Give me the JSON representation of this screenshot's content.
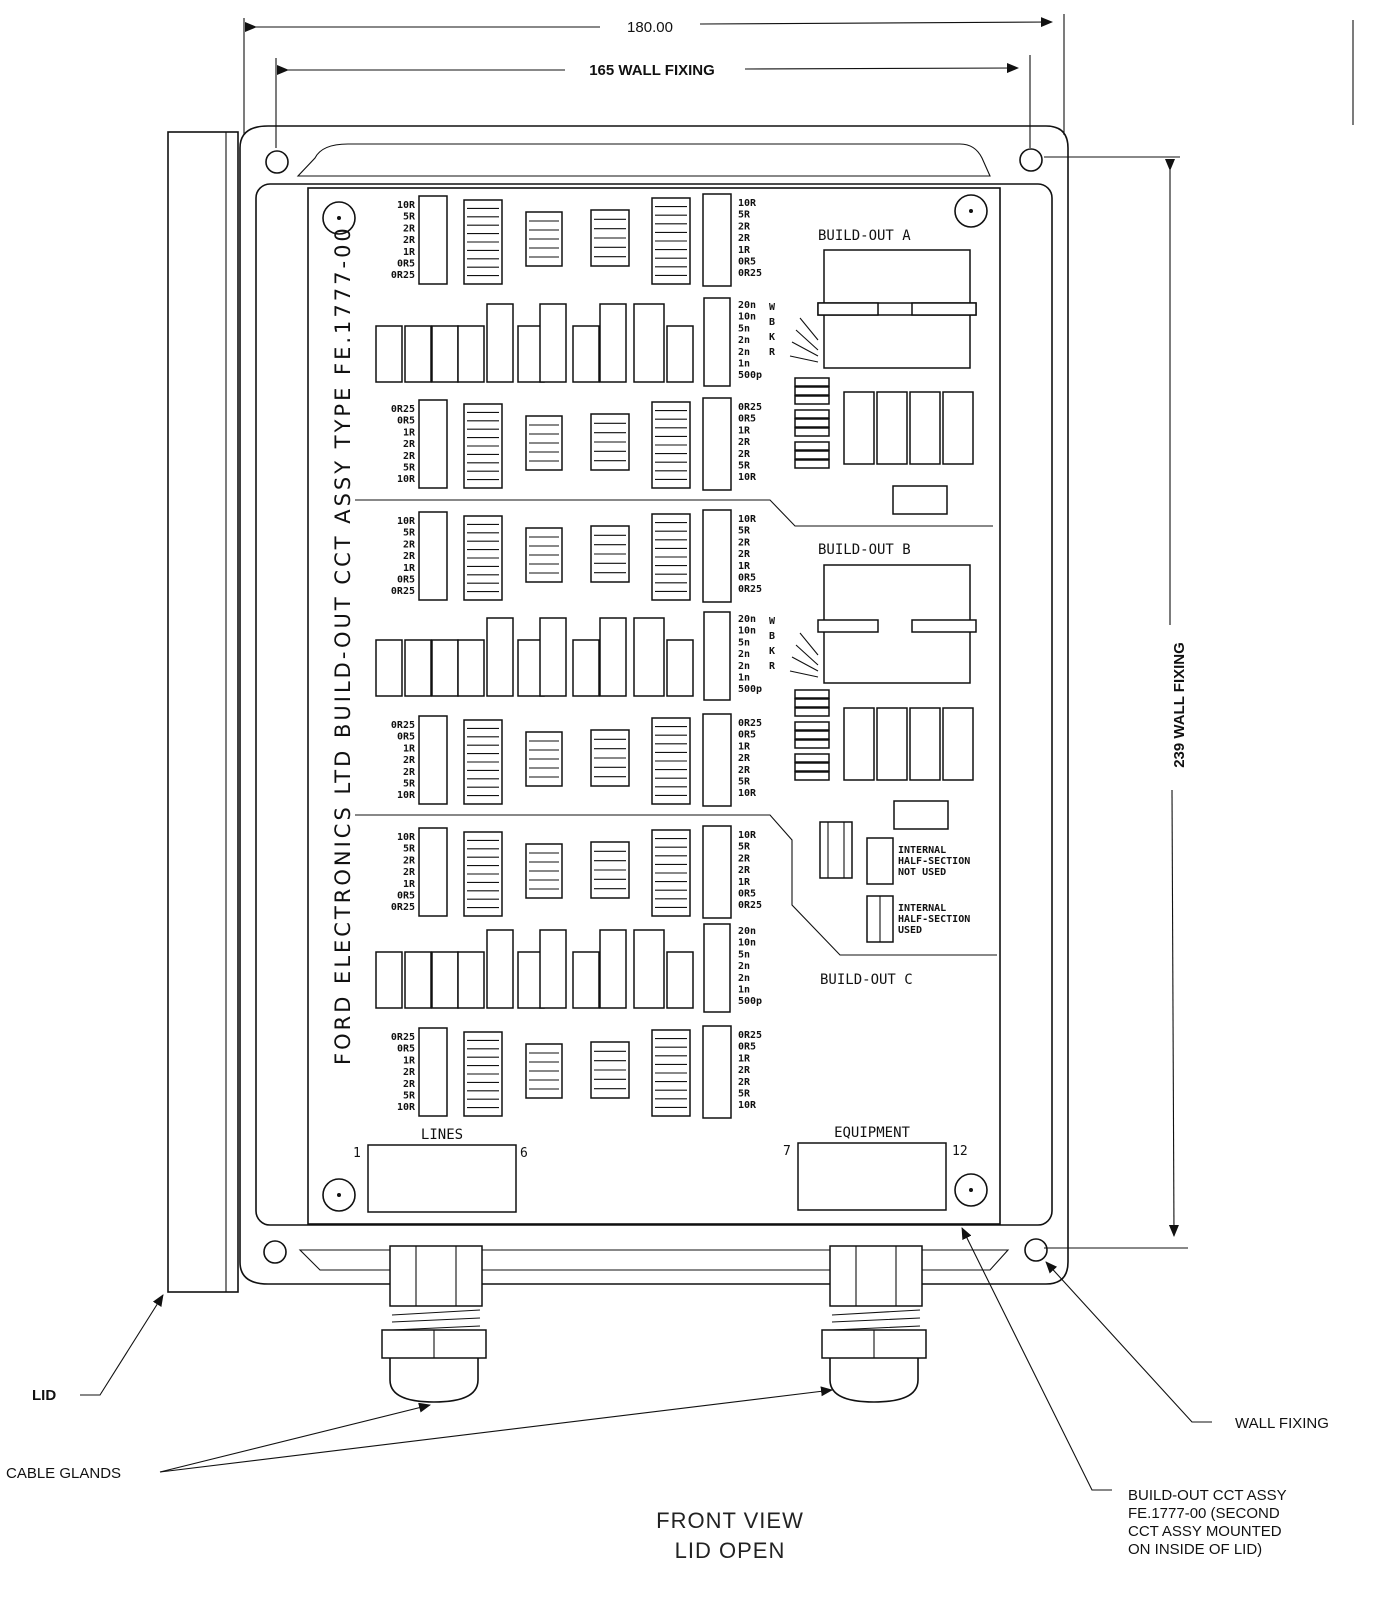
{
  "dimensions": {
    "overall_width": "180.00",
    "wall_fixing_width": "165 WALL FIXING",
    "wall_fixing_height": "239 WALL FIXING"
  },
  "board": {
    "title": "BUILD-OUT CCT ASSY TYPE FE.1777-00",
    "maker": "FORD ELECTRONICS LTD",
    "sections": {
      "a": "BUILD-OUT A",
      "b": "BUILD-OUT B",
      "c": "BUILD-OUT C"
    },
    "res_top_labels": [
      "10R",
      "5R",
      "2R",
      "2R",
      "1R",
      "0R5",
      "0R25"
    ],
    "res_bottom_labels": [
      "0R25",
      "0R5",
      "1R",
      "2R",
      "2R",
      "5R",
      "10R"
    ],
    "cap_labels": [
      "20n",
      "10n",
      "5n",
      "2n",
      "2n",
      "1n",
      "500p"
    ],
    "wire_labels": [
      "W",
      "B",
      "K",
      "R"
    ],
    "internal_not_used": [
      "INTERNAL",
      "HALF-SECTION",
      "NOT USED"
    ],
    "internal_used": [
      "INTERNAL",
      "HALF-SECTION",
      "USED"
    ],
    "lines_label": "LINES",
    "lines_pin_start": "1",
    "lines_pin_end": "6",
    "equipment_label": "EQUIPMENT",
    "equipment_pin_start": "7",
    "equipment_pin_end": "12"
  },
  "callouts": {
    "lid": "LID",
    "cable_glands": "CABLE GLANDS",
    "wall_fixing": "WALL FIXING",
    "assy": [
      "BUILD-OUT CCT ASSY",
      "FE.1777-00 (SECOND",
      "CCT ASSY MOUNTED",
      "ON INSIDE OF LID)"
    ]
  },
  "view_caption": [
    "FRONT VIEW",
    "LID OPEN"
  ]
}
